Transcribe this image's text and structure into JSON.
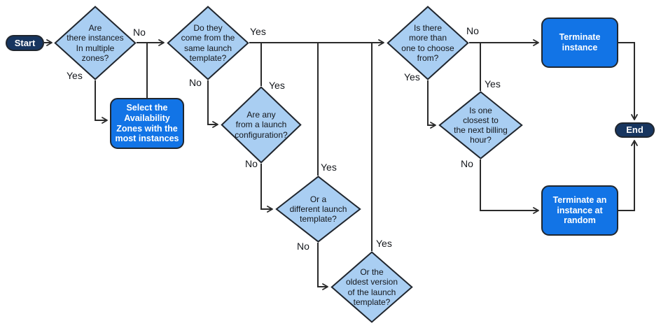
{
  "colors": {
    "diamond_fill": "#A9CEF2",
    "diamond_border": "#20262E",
    "process_fill": "#1274E6",
    "terminal_fill": "#17355F",
    "line": "#2B2B2B",
    "text_dark": "#14171C",
    "text_light": "#FFFFFF"
  },
  "nodes": {
    "start": {
      "type": "terminal",
      "label": "Start"
    },
    "q_multiple_zones": {
      "type": "decision",
      "label": "Are\nthere instances\nIn multiple\nzones?"
    },
    "select_az": {
      "type": "process",
      "label": "Select the\nAvailability\nZones with the\nmost instances"
    },
    "q_same_launch_template": {
      "type": "decision",
      "label": "Do they\ncome from the\nsame launch\ntemplate?"
    },
    "q_launch_configuration": {
      "type": "decision",
      "label": "Are any\nfrom a launch\nconfiguration?"
    },
    "q_different_launch_template": {
      "type": "decision",
      "label": "Or a\ndifferent launch\ntemplate?"
    },
    "q_oldest_version": {
      "type": "decision",
      "label": "Or the\noldest version\nof the launch\ntemplate?"
    },
    "q_more_than_one": {
      "type": "decision",
      "label": "Is there\nmore than\none to choose\nfrom?"
    },
    "q_billing_hour": {
      "type": "decision",
      "label": "Is one\nclosest to\nthe next billing\nhour?"
    },
    "terminate_instance": {
      "type": "process",
      "label": "Terminate\ninstance"
    },
    "terminate_random": {
      "type": "process",
      "label": "Terminate an\ninstance at\nrandom"
    },
    "end": {
      "type": "terminal",
      "label": "End"
    }
  },
  "edge_labels": {
    "zones_no": "No",
    "zones_yes": "Yes",
    "template_yes": "Yes",
    "template_no": "No",
    "config_yes": "Yes",
    "config_no": "No",
    "different_yes": "Yes",
    "different_no": "No",
    "oldest_yes": "Yes",
    "more_no": "No",
    "more_yes": "Yes",
    "billing_yes": "Yes",
    "billing_no": "No"
  }
}
